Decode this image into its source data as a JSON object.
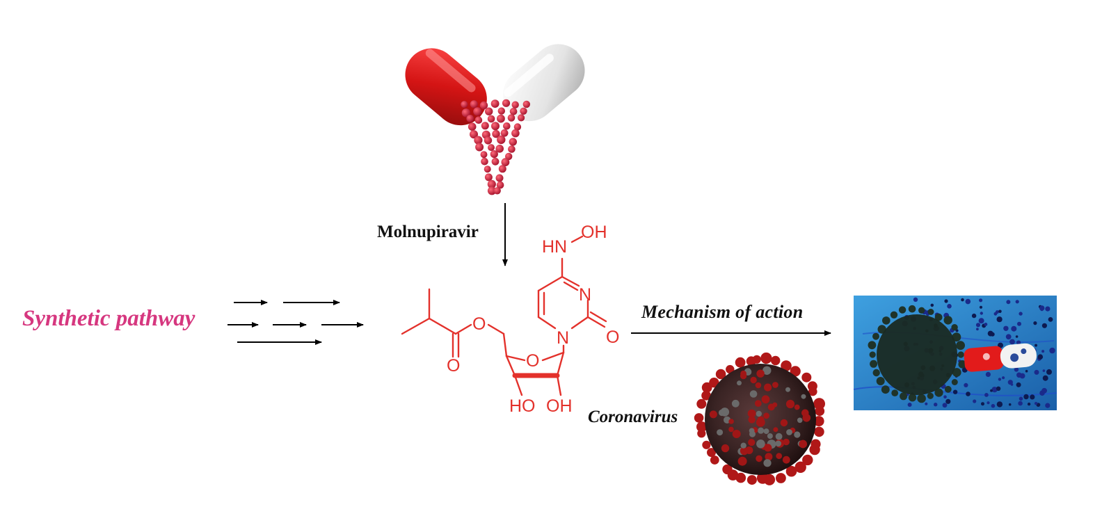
{
  "labels": {
    "synthetic_pathway": "Synthetic pathway",
    "molnupiravir": "Molnupiravir",
    "mechanism": "Mechanism of action",
    "coronavirus": "Coronavirus"
  },
  "molecule": {
    "hn": "HN",
    "oh_top": "OH",
    "n_ring": "N",
    "n_glyco": "N",
    "o_carbonyl": "O",
    "o_ester": "O",
    "o_ester_carbonyl": "O",
    "o_ring": "O",
    "ho_left": "HO",
    "oh_right": "OH"
  },
  "colors": {
    "synthetic_label": "#d6377f",
    "molecule": "#e3312b",
    "capsule_red": "#d91e1e",
    "capsule_white": "#eeeeee",
    "arrow": "#000000",
    "virus_dark": "#2a1a1a",
    "virus_spike": "#b01818",
    "panel_blue": "#2a7fc8"
  }
}
